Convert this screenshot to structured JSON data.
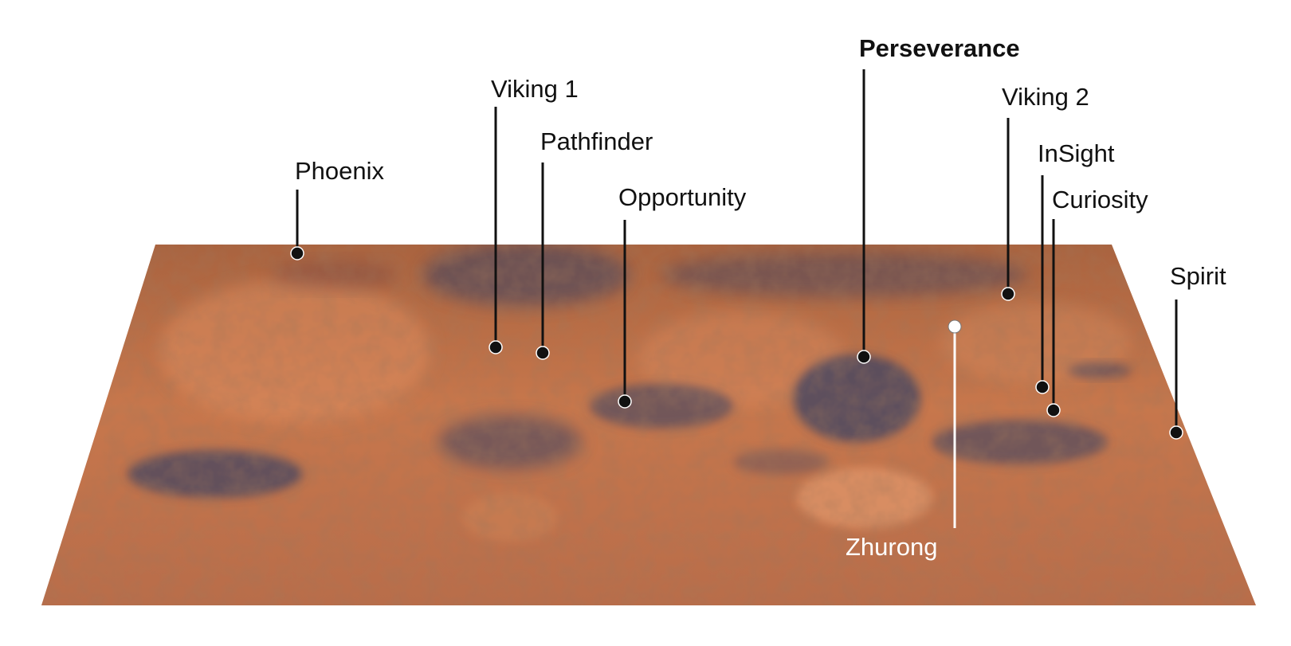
{
  "map": {
    "surface_colors": {
      "base": "#b86a48",
      "light": "#d98a5e",
      "dark": "#3b4363",
      "edge": "#9a553a"
    },
    "sites": [
      {
        "id": "phoenix",
        "label": "Phoenix",
        "marker_color": "#111111",
        "style": "normal"
      },
      {
        "id": "viking-1",
        "label": "Viking 1",
        "marker_color": "#111111",
        "style": "normal"
      },
      {
        "id": "pathfinder",
        "label": "Pathfinder",
        "marker_color": "#111111",
        "style": "normal"
      },
      {
        "id": "opportunity",
        "label": "Opportunity",
        "marker_color": "#111111",
        "style": "normal"
      },
      {
        "id": "perseverance",
        "label": "Perseverance",
        "marker_color": "#111111",
        "style": "bold"
      },
      {
        "id": "viking-2",
        "label": "Viking 2",
        "marker_color": "#111111",
        "style": "normal"
      },
      {
        "id": "insight",
        "label": "InSight",
        "marker_color": "#111111",
        "style": "normal"
      },
      {
        "id": "curiosity",
        "label": "Curiosity",
        "marker_color": "#111111",
        "style": "normal"
      },
      {
        "id": "spirit",
        "label": "Spirit",
        "marker_color": "#111111",
        "style": "normal"
      },
      {
        "id": "zhurong",
        "label": "Zhurong",
        "marker_color": "#ffffff",
        "style": "light"
      }
    ]
  }
}
